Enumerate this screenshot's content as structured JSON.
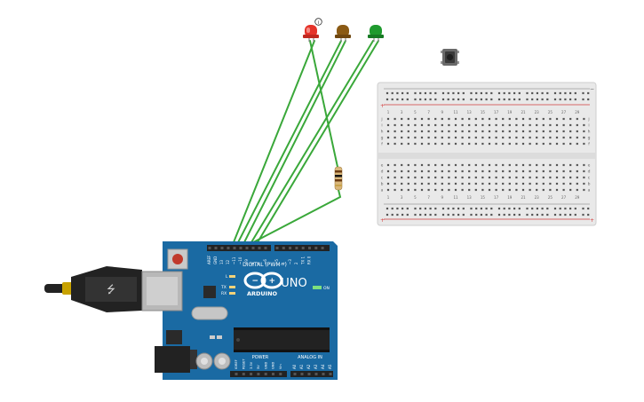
{
  "board": {
    "brand": "ARDUINO",
    "model": "UNO",
    "digital_label": "DIGITAL (PWM~)",
    "power_label": "POWER",
    "analog_label": "ANALOG IN",
    "led_on_label": "ON",
    "led_l_label": "L",
    "led_tx_label": "TX",
    "led_rx_label": "RX",
    "digital_pins": [
      "AREF",
      "GND",
      "13",
      "12",
      "~11",
      "~10",
      "~9",
      "8",
      "7",
      "~6",
      "~5",
      "4",
      "~3",
      "2",
      "TX 1",
      "RX 0"
    ],
    "power_pins": [
      "IOREF",
      "RESET",
      "3.3V",
      "5V",
      "GND",
      "GND",
      "Vin"
    ],
    "analog_pins": [
      "A0",
      "A1",
      "A2",
      "A3",
      "A4",
      "A5"
    ],
    "colors": {
      "pcb": "#1a6aa3",
      "header": "#222222",
      "usb": "#b8b8b8"
    }
  },
  "leds": [
    {
      "name": "red",
      "color": "#e5332a"
    },
    {
      "name": "brown",
      "color": "#8a5a14"
    },
    {
      "name": "green",
      "color": "#1f9a2e"
    }
  ],
  "led_info_badge": "i",
  "breadboard": {
    "column_numbers": [
      "1",
      "3",
      "5",
      "7",
      "9",
      "11",
      "13",
      "15",
      "17",
      "19",
      "21",
      "23",
      "25",
      "27",
      "29"
    ],
    "row_letters_top": [
      "j",
      "i",
      "h",
      "g",
      "f"
    ],
    "row_letters_bottom": [
      "e",
      "d",
      "c",
      "b",
      "a"
    ],
    "rail_plus": "+",
    "rail_minus": "−"
  },
  "wire_color": "#3aa83a"
}
